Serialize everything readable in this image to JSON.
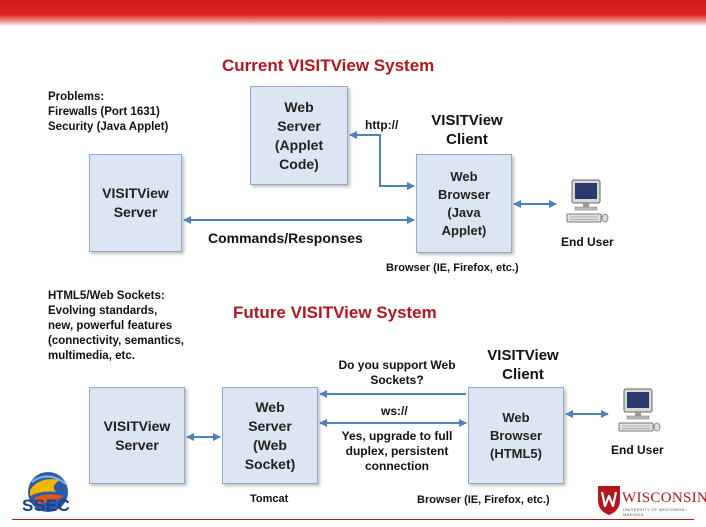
{
  "current": {
    "heading": "Current VISITView System",
    "problems": "Problems:\nFirewalls (Port 1631)\nSecurity (Java Applet)",
    "visitview_server": "VISITView\nServer",
    "web_server": "Web\nServer\n(Applet\nCode)",
    "web_browser": "Web\nBrowser\n(Java\nApplet)",
    "client_title": "VISITView\nClient",
    "http_label": "http://",
    "commands_label": "Commands/Responses",
    "end_user": "End User",
    "browser_note": "Browser (IE, Firefox, etc.)"
  },
  "future": {
    "heading": "Future VISITView System",
    "html5_note": "HTML5/Web Sockets:\nEvolving standards,\nnew, powerful features\n(connectivity, semantics,\nmultimedia, etc.",
    "visitview_server": "VISITView\nServer",
    "web_server": "Web\nServer\n(Web\nSocket)",
    "web_browser": "Web\nBrowser\n(HTML5)",
    "client_title": "VISITView\nClient",
    "question": "Do you support Web\nSockets?",
    "ws_label": "ws://",
    "answer": "Yes, upgrade to full\nduplex, persistent\nconnection",
    "tomcat": "Tomcat",
    "end_user": "End User",
    "browser_note": "Browser (IE, Firefox, etc.)"
  },
  "logos": {
    "ssec": "SSEC",
    "wisconsin": "WISCONSIN",
    "wisconsin_sub": "UNIVERSITY OF WISCONSIN–MADISON"
  },
  "colors": {
    "accent_red": "#b3161d",
    "box_fill": "#dce6f2",
    "arrow_blue": "#4f81bd"
  }
}
